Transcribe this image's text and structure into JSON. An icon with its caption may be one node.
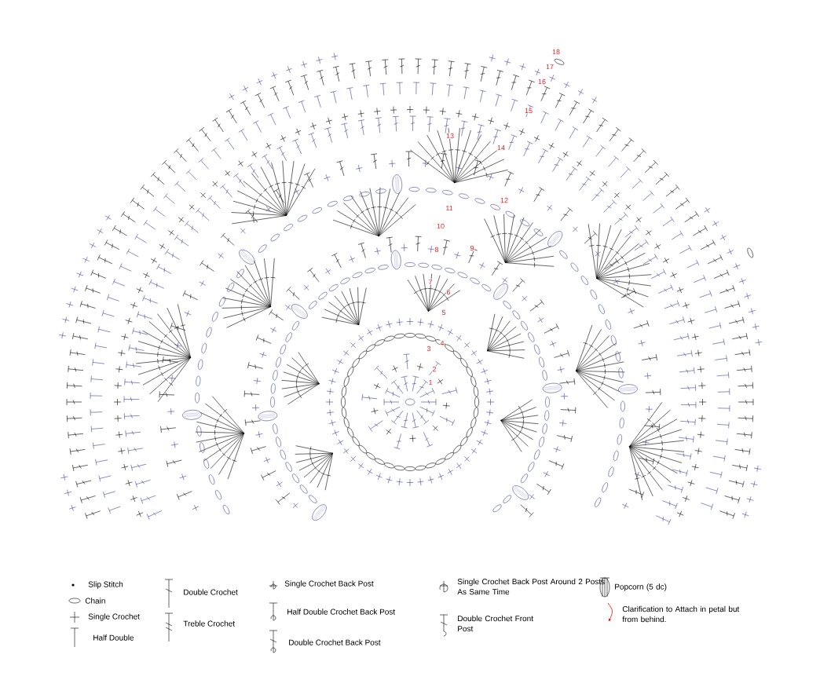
{
  "diagram": {
    "labels": [
      "1",
      "2",
      "3",
      "4",
      "5",
      "6",
      "7",
      "8",
      "9",
      "10",
      "11",
      "12",
      "13",
      "14",
      "15",
      "16",
      "17",
      "18"
    ],
    "legend": [
      {
        "text": "Slip Stitch"
      },
      {
        "text": "Chain"
      },
      {
        "text": "Single Crochet"
      },
      {
        "text": "Half Double"
      },
      {
        "text": "Double Crochet"
      },
      {
        "text": "Treble Crochet"
      },
      {
        "text": "Single Crochet Back Post"
      },
      {
        "text": "Half Double Crochet Back Post"
      },
      {
        "text": "Double Crochet Back Post"
      },
      {
        "text": "Single Crochet Back Post Around 2 Posts As Same Time"
      },
      {
        "text": "Double Crochet Front Post"
      },
      {
        "text": "Popcorn (5 dc)"
      },
      {
        "text": "Clarification to Attach in petal but from behind."
      }
    ]
  }
}
